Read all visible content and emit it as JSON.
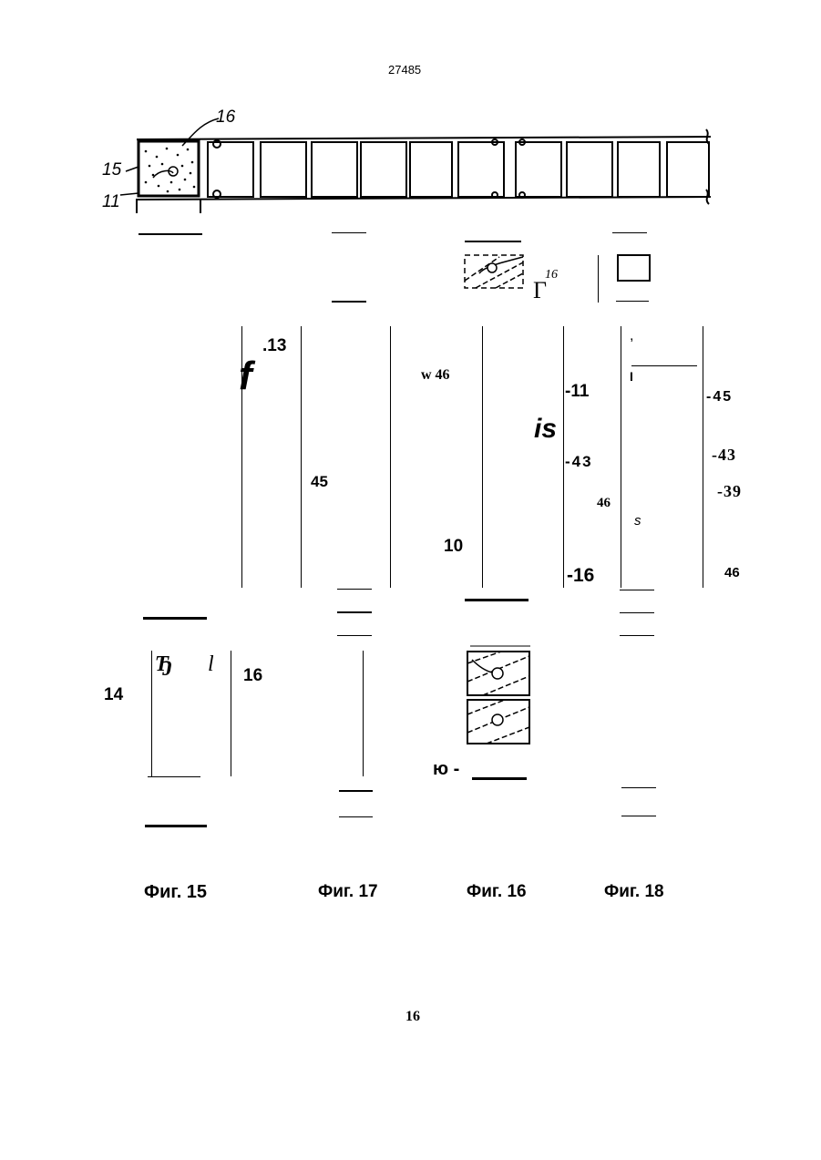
{
  "header": {
    "patent_number": "27485"
  },
  "footer": {
    "page_number": "16"
  },
  "top_figure": {
    "labels": {
      "l16": "16",
      "l15": "15",
      "l11": "11"
    }
  },
  "fig16_top": {
    "label": "Г",
    "sup": "16"
  },
  "labels": {
    "l13": ".13",
    "lf": "f",
    "l45a": "45",
    "lw46": "w 46",
    "l10": "10",
    "lis": "is",
    "l11": "-11",
    "l43a": "-43",
    "l46a": "46",
    "l16a": "-16",
    "lcomma": ",",
    "lI": "I",
    "l45b": "-45",
    "l43b": "-43",
    "l39": "-39",
    "ls": "s",
    "l46b": "46",
    "l14": "14",
    "lb": "Ђ",
    "lI2": "l",
    "l16b": "16",
    "lyu": "ю -"
  },
  "captions": {
    "fig15": "Фиг. 15",
    "fig17": "Фиг. 17",
    "fig16": "Фиг. 16",
    "fig18": "Фиг. 18"
  }
}
